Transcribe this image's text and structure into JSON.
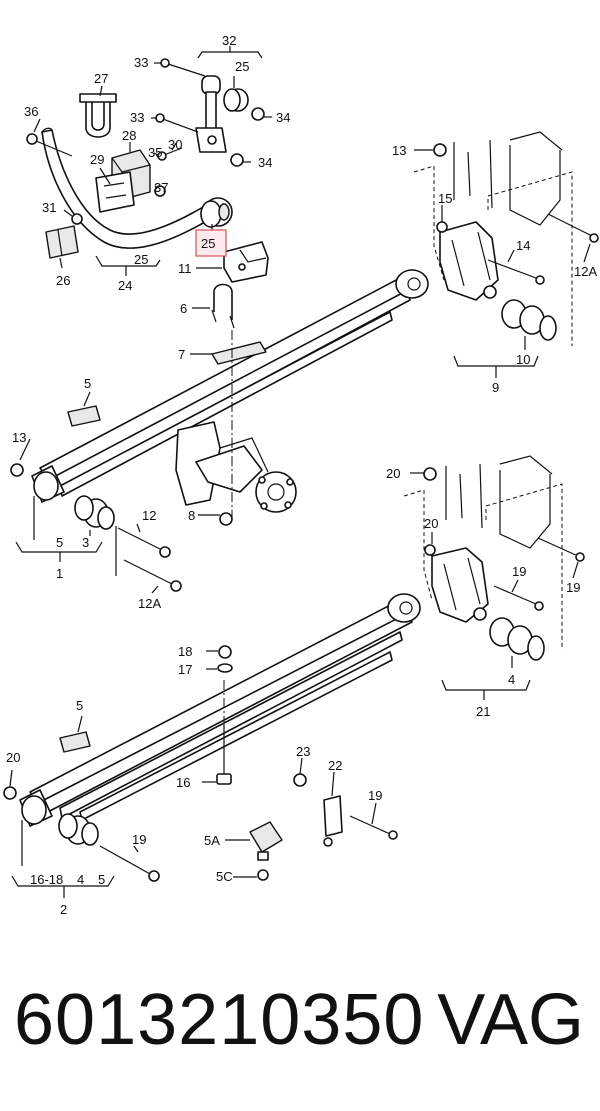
{
  "labels": {
    "l1": "1",
    "l2": "2",
    "l3": "3",
    "l4a": "4",
    "l4b": "4",
    "l5a": "5",
    "l5b": "5",
    "l5c": "5",
    "l5d": "5",
    "l5A": "5A",
    "l5C": "5C",
    "l6": "6",
    "l7": "7",
    "l8": "8",
    "l9": "9",
    "l10": "10",
    "l11": "11",
    "l12": "12",
    "l12A_left": "12A",
    "l12A_right": "12A",
    "l13_top": "13",
    "l13_left": "13",
    "l14": "14",
    "l15": "15",
    "l16": "16",
    "l16_18": "16-18",
    "l17": "17",
    "l18": "18",
    "l19a": "19",
    "l19b": "19",
    "l19c": "19",
    "l19d": "19",
    "l20a": "20",
    "l20b": "20",
    "l20c": "20",
    "l21": "21",
    "l22": "22",
    "l23": "23",
    "l24": "24",
    "l25a": "25",
    "l25b": "25",
    "l25c": "25",
    "l26": "26",
    "l27": "27",
    "l28": "28",
    "l29": "29",
    "l30": "30",
    "l31": "31",
    "l32": "32",
    "l33a": "33",
    "l33b": "33",
    "l34a": "34",
    "l34b": "34",
    "l35": "35",
    "l36": "36",
    "l37": "37"
  },
  "highlight": {
    "label": "25"
  },
  "caption": {
    "part_number": "6013210350",
    "brand": "VAG"
  },
  "colors": {
    "highlight_fill": "#fbe9ec",
    "highlight_border": "#d9505e",
    "ink": "#111111"
  }
}
